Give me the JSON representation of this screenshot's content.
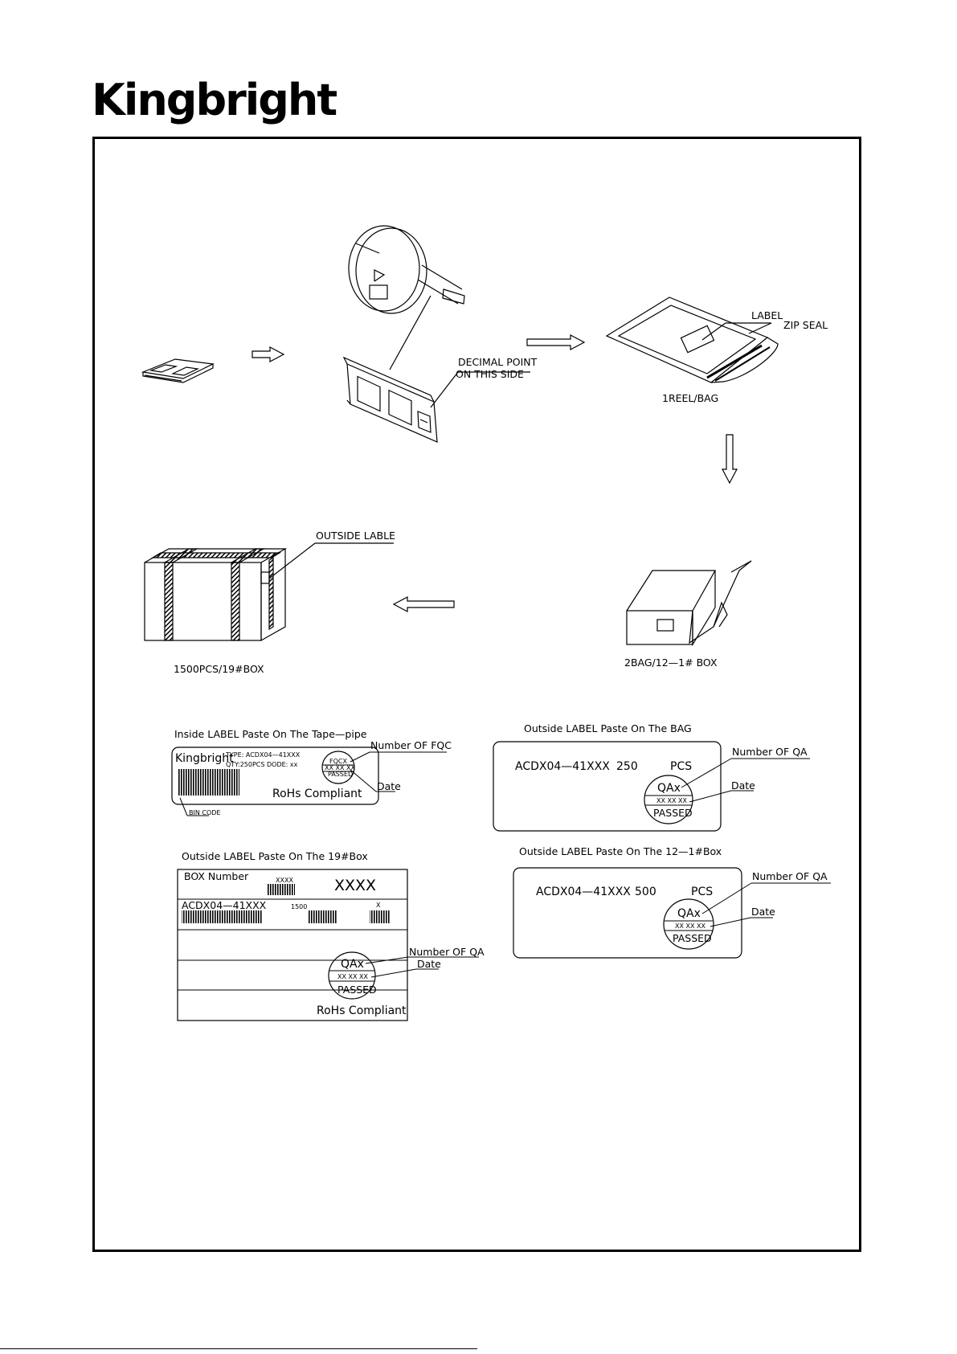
{
  "logo": {
    "text": "Kingbright"
  },
  "flow": {
    "decimal_point_1": "DECIMAL POINT",
    "decimal_point_2": "ON THIS SIDE",
    "bag_label": "LABEL",
    "zip_seal": "ZIP SEAL",
    "reel_bag": "1REEL/BAG",
    "outside_lable": "OUTSIDE LABLE",
    "box19_caption": "1500PCS/19#BOX",
    "box12_caption": "2BAG/12—1# BOX"
  },
  "label_inside": {
    "title": "Inside LABEL Paste On The Tape—pipe",
    "brand": "Kingbright",
    "type_line": "TYPE: ACDX04—41XXX",
    "qty_line": "QTY:250PCS DODE: xx",
    "stamp_top": "FQCX",
    "stamp_mid": "XX XX XX",
    "stamp_bottom": "PASSED",
    "number_callout": "Number OF FQC",
    "date_callout": "Date",
    "rohs": "RoHs Compliant",
    "bin_code": "BIN CODE"
  },
  "label_bag": {
    "title": "Outside LABEL Paste On The BAG",
    "part": "ACDX04—41XXX",
    "qty": "250",
    "unit": "PCS",
    "stamp_top": "QAx",
    "stamp_mid": "XX XX XX",
    "stamp_bottom": "PASSED",
    "number_callout": "Number OF QA",
    "date_callout": "Date"
  },
  "label_box19": {
    "title": "Outside LABEL Paste On The 19#Box",
    "box_number": "BOX Number",
    "box_small": "XXXX",
    "box_big": "XXXX",
    "part": "ACDX04—41XXX",
    "qty": "1500",
    "x": "X",
    "stamp_top": "QAx",
    "stamp_mid": "XX XX XX",
    "stamp_bottom": "PASSED",
    "number_callout": "Number OF QA",
    "date_callout": "Date",
    "rohs": "RoHs Compliant"
  },
  "label_box12": {
    "title": "Outside LABEL Paste On The 12—1#Box",
    "part": "ACDX04—41XXX",
    "qty": "500",
    "unit": "PCS",
    "stamp_top": "QAx",
    "stamp_mid": "XX XX XX",
    "stamp_bottom": "PASSED",
    "number_callout": "Number OF QA",
    "date_callout": "Date"
  }
}
